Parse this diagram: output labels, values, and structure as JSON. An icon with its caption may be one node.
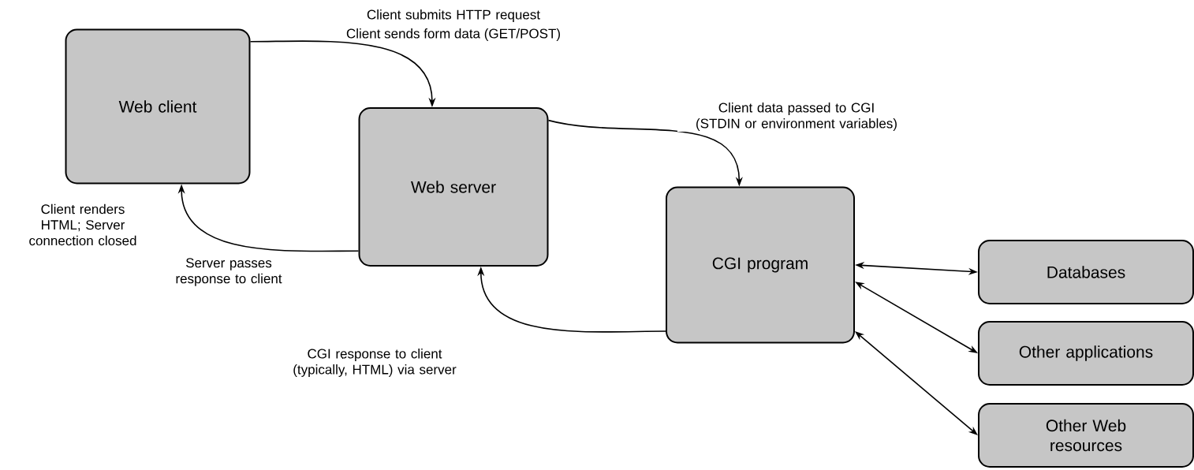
{
  "diagram": {
    "nodes": [
      {
        "text": [
          "Web client"
        ],
        "beside": [
          "Client renders HTML; Server connection closed"
        ]
      },
      {
        "text": [
          "Web server"
        ]
      },
      {
        "text": [
          "CGI program"
        ]
      },
      {
        "text": [
          "Databases"
        ]
      },
      {
        "text": [
          "Other applications"
        ]
      },
      {
        "text": [
          "Other Web resources"
        ]
      }
    ],
    "edges": [
      {
        "from": 0,
        "to": 1,
        "arrow": "to",
        "label": "Client submits HTTP request"
      },
      {
        "from": 1,
        "to": 2,
        "arrow": "to",
        "label": "Client data passed to CGI (STDIN or environment variables)"
      },
      {
        "from": 1,
        "to": 0,
        "arrow": "to",
        "label": "Server passes response to client"
      },
      {
        "from": 2,
        "to": 1,
        "arrow": "to",
        "label": "CGI response to client (typically, HTML) via server"
      },
      {
        "from": 2,
        "to": 3,
        "arrow": "both"
      },
      {
        "from": 2,
        "to": 4,
        "arrow": "both"
      },
      {
        "from": 2,
        "to": 5,
        "arrow": "both"
      }
    ],
    "labels": [
      "Client sends form data (GET/POST)"
    ]
  }
}
